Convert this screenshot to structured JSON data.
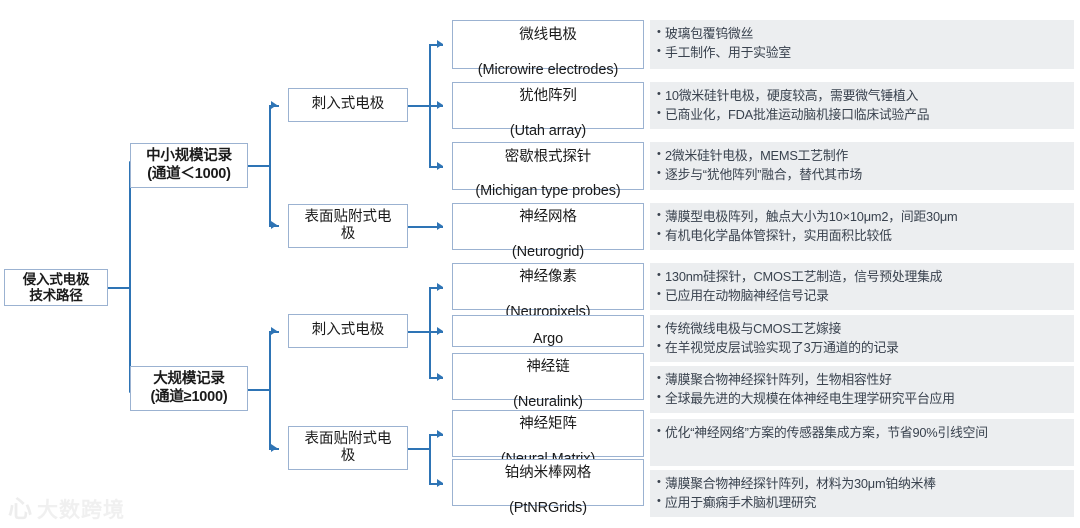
{
  "diagram": {
    "root": {
      "label": "侵入式电极\n技术路径"
    },
    "branches": [
      {
        "label": "中小规模记录\n(通道＜1000)"
      },
      {
        "label": "大规模记录\n(通道≥1000)"
      }
    ],
    "categories": [
      {
        "label": "刺入式电极"
      },
      {
        "label": "表面贴附式电\n极"
      },
      {
        "label": "刺入式电极"
      },
      {
        "label": "表面贴附式电\n极"
      }
    ],
    "leaves": [
      {
        "title_cn": "微线电极",
        "title_en": "(Microwire electrodes)",
        "bullets": [
          "玻璃包覆钨微丝",
          "手工制作、用于实验室"
        ]
      },
      {
        "title_cn": "犹他阵列",
        "title_en": "(Utah array)",
        "bullets": [
          "10微米硅针电极，硬度较高，需要微气锤植入",
          "已商业化，FDA批准运动脑机接口临床试验产品"
        ]
      },
      {
        "title_cn": "密歇根式探针",
        "title_en": "(Michigan type probes)",
        "bullets": [
          "2微米硅针电极，MEMS工艺制作",
          "逐步与“犹他阵列”融合，替代其市场"
        ]
      },
      {
        "title_cn": "神经网格",
        "title_en": "(Neurogrid)",
        "bullets": [
          "薄膜型电极阵列，触点大小为10×10μm2，间距30μm",
          "有机电化学晶体管探针，实用面积比较低"
        ]
      },
      {
        "title_cn": "神经像素",
        "title_en": "(Neuropixels)",
        "bullets": [
          "130nm硅探针，CMOS工艺制造，信号预处理集成",
          "已应用在动物脑神经信号记录"
        ]
      },
      {
        "title_cn": "Argo",
        "title_en": "",
        "bullets": [
          "传统微线电极与CMOS工艺嫁接",
          "在羊视觉皮层试验实现了3万通道的的记录"
        ]
      },
      {
        "title_cn": "神经链",
        "title_en": "(Neuralink)",
        "bullets": [
          "薄膜聚合物神经探针阵列，生物相容性好",
          "全球最先进的大规模在体神经电生理学研究平台应用"
        ]
      },
      {
        "title_cn": "神经矩阵",
        "title_en": "(Neural Matrix)",
        "bullets": [
          "优化“神经网络”方案的传感器集成方案，节省90%引线空间"
        ]
      },
      {
        "title_cn": "铂纳米棒网格",
        "title_en": "(PtNRGrids)",
        "bullets": [
          "薄膜聚合物神经探针阵列，材料为30μm铂纳米棒",
          "应用于癫痫手术脑机理研究"
        ]
      }
    ],
    "colors": {
      "connector": "#2e74b5",
      "box_border": "#9bb2d1",
      "desc_background": "#eceef0",
      "desc_text": "#39424e"
    },
    "watermark": {
      "mark": "心",
      "text": "大数跨境"
    }
  }
}
